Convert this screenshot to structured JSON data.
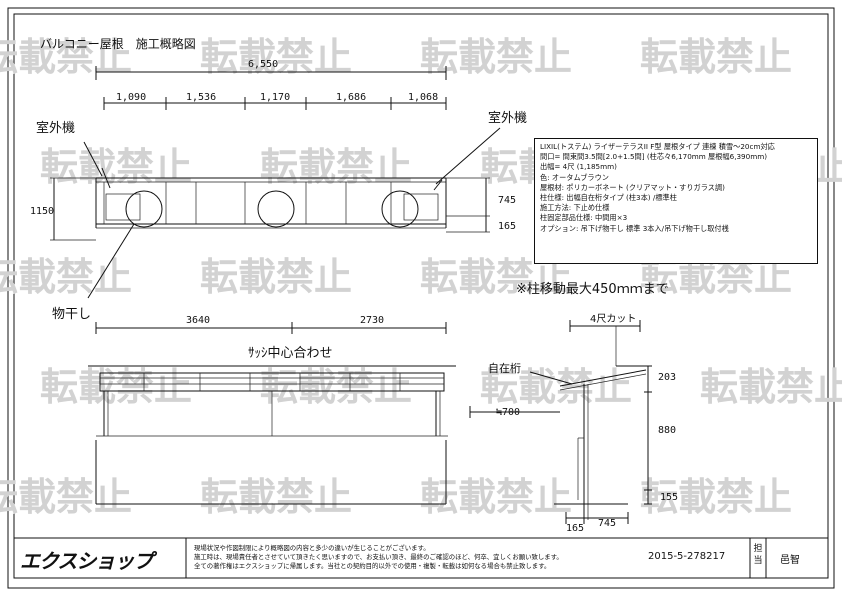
{
  "title": "バルコニー屋根　施工概略図",
  "dimensions": {
    "total_width": "6,550",
    "segments": [
      "1,090",
      "1,536",
      "1,170",
      "1,686",
      "1,068"
    ],
    "height_left": "1150",
    "height_right_top": "745",
    "height_right_bottom": "165",
    "lower_left": "3640",
    "lower_right": "2730",
    "cut": "4尺カット",
    "dim_203": "203",
    "dim_700": "≒700",
    "dim_880": "880",
    "dim_155": "155",
    "dim_165": "165",
    "dim_745": "745"
  },
  "labels": {
    "outdoor_unit_left": "室外機",
    "outdoor_unit_right": "室外機",
    "clothes_dryer": "物干し",
    "sash_center": "ｻｯｼ中心合わせ",
    "free_beam": "自在桁",
    "post_note": "※柱移動最大450ｍｍまで"
  },
  "spec": {
    "lines": [
      "LIXIL(トステム) ライザーテラスII F型 屋根タイプ 連棟 積雪～20cm対応",
      "間口= 間束間3.5間[2.0+1.5間] (柱芯々6,170mm 屋根幅6,390mm)",
      "出幅= 4尺 (1,185mm)",
      "色: オータムブラウン",
      "屋根材: ポリカーボネート (クリアマット・すりガラス調)",
      "柱仕様: 出幅自在桁タイプ (柱3本) /標準柱",
      "施工方法: 下止め仕様",
      "柱固定部品仕様: 中間用×3",
      "オプション: 吊下げ物干し 標準 3本入/吊下げ物干し取付桟"
    ]
  },
  "watermark": "転載禁止",
  "footer": {
    "logo": "エクスショップ",
    "notes": [
      "現場状況や作図制限により概略図の内容と多少の違いが生じることがございます。",
      "施工時は、現場責任者とさせていて頂きたく思いますので、お支払い頂き、最終のご確認のほど、何卒、宜しくお願い致します。",
      "全ての著作権はエクスショップに帰属します。当社との契約目的以外での使用・複製・転載は如何なる場合も禁止致します。"
    ],
    "doc_no": "2015-5-278217",
    "tanto_label": "担当",
    "person": "邑智"
  }
}
